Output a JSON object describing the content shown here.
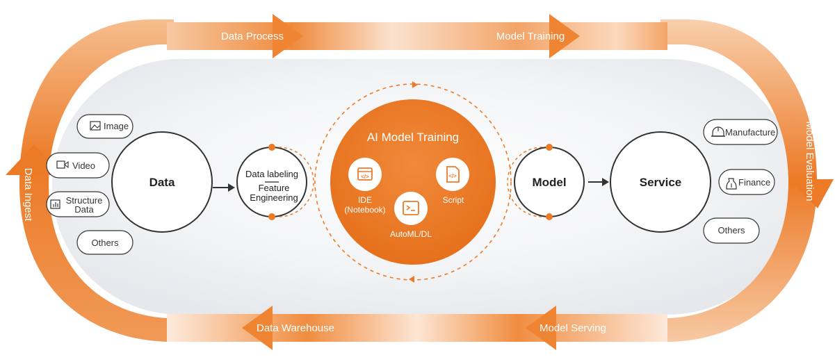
{
  "flow": {
    "data_process": "Data Process",
    "model_training": "Model Training",
    "model_evaluation": "Model Evaluation",
    "model_serving": "Model Serving",
    "data_warehouse": "Data Warehouse",
    "data_ingest": "Data Ingest"
  },
  "data_sources": {
    "image": "Image",
    "video": "Video",
    "structure_line1": "Structure",
    "structure_line2": "Data",
    "others": "Others"
  },
  "nodes": {
    "data": "Data",
    "labeling_line1": "Data labeling",
    "labeling_line2": "Feature",
    "labeling_line3": "Engineering",
    "model": "Model",
    "service": "Service"
  },
  "center": {
    "title": "AI Model Training",
    "ide_line1": "IDE",
    "ide_line2": "(Notebook)",
    "script": "Script",
    "automl": "AutoML/DL"
  },
  "services": {
    "manufacture": "Manufacture",
    "finance": "Finance",
    "others": "Others"
  },
  "colors": {
    "accent": "#ec7a26",
    "accent_light": "#f6c197",
    "outline": "#333333"
  }
}
